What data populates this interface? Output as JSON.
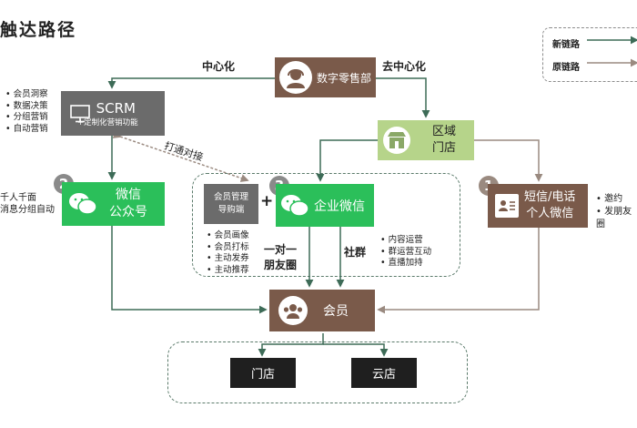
{
  "title": "触达路径",
  "legend": {
    "new_link": "新链路",
    "old_link": "原链路"
  },
  "colors": {
    "new_link": "#3d6b57",
    "old_link": "#9a8a80",
    "brown": "#7a5a4a",
    "green": "#2bbf5a",
    "lime": "#b6d48a"
  },
  "top_node": {
    "label": "数字零售部"
  },
  "edge_labels": {
    "centralize": "中心化",
    "decentralize": "去中心化",
    "connect": "打通对接",
    "moments": "一对一\n朋友圈",
    "community": "社群"
  },
  "scrm": {
    "title": "SCRM",
    "subtitle": "+定制化营销功能",
    "features": [
      "会员洞察",
      "数据决策",
      "分组营销",
      "自动营销"
    ]
  },
  "region": {
    "line1": "区域",
    "line2": "门店"
  },
  "wechat_official": {
    "number": "2",
    "line1": "微信",
    "line2": "公众号",
    "side": [
      "千人千面",
      "消息分组自动"
    ]
  },
  "member_guide": {
    "line1": "会员管理",
    "line2": "导购端",
    "features": [
      "会员画像",
      "会员打标",
      "主动发券",
      "主动推荐"
    ]
  },
  "enterprise_wechat": {
    "number": "3",
    "label": "企业微信",
    "plus": "+",
    "features": [
      "内容运营",
      "群运营互动",
      "直播加持"
    ]
  },
  "sms": {
    "number": "1",
    "line1": "短信/电话",
    "line2": "个人微信",
    "side": [
      "邀约",
      "发朋友圈"
    ]
  },
  "member": {
    "label": "会员"
  },
  "outlets": {
    "store": "门店",
    "cloud_store": "云店"
  }
}
